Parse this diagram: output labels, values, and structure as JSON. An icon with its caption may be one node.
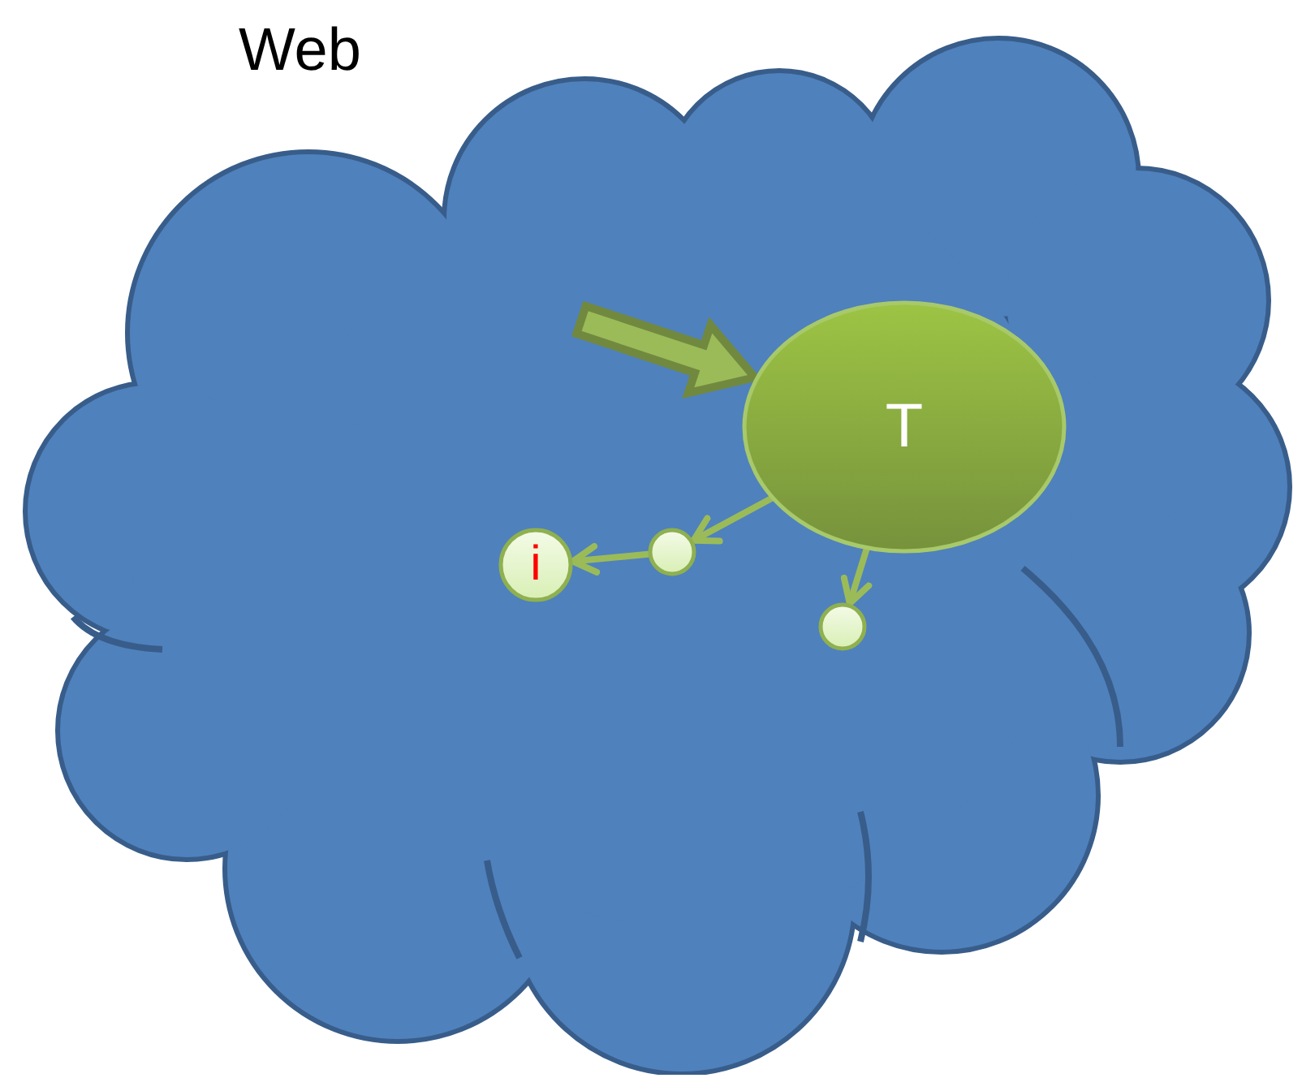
{
  "diagram": {
    "nodes": [
      {
        "text": [
          "Web"
        ]
      },
      {
        "text": [
          "T"
        ],
        "in": 0
      },
      {
        "text": [
          "i"
        ],
        "in": 0
      },
      {
        "text": [],
        "shape": "circle",
        "in": 0
      },
      {
        "text": [],
        "shape": "circle",
        "in": 0
      }
    ],
    "edges": [
      {
        "from": null,
        "to": 1,
        "arrow": "to",
        "style": "thick"
      },
      {
        "from": 1,
        "to": 3,
        "arrow": "to"
      },
      {
        "from": 3,
        "to": 2,
        "arrow": "to"
      },
      {
        "from": 1,
        "to": 4,
        "arrow": "to"
      }
    ]
  }
}
